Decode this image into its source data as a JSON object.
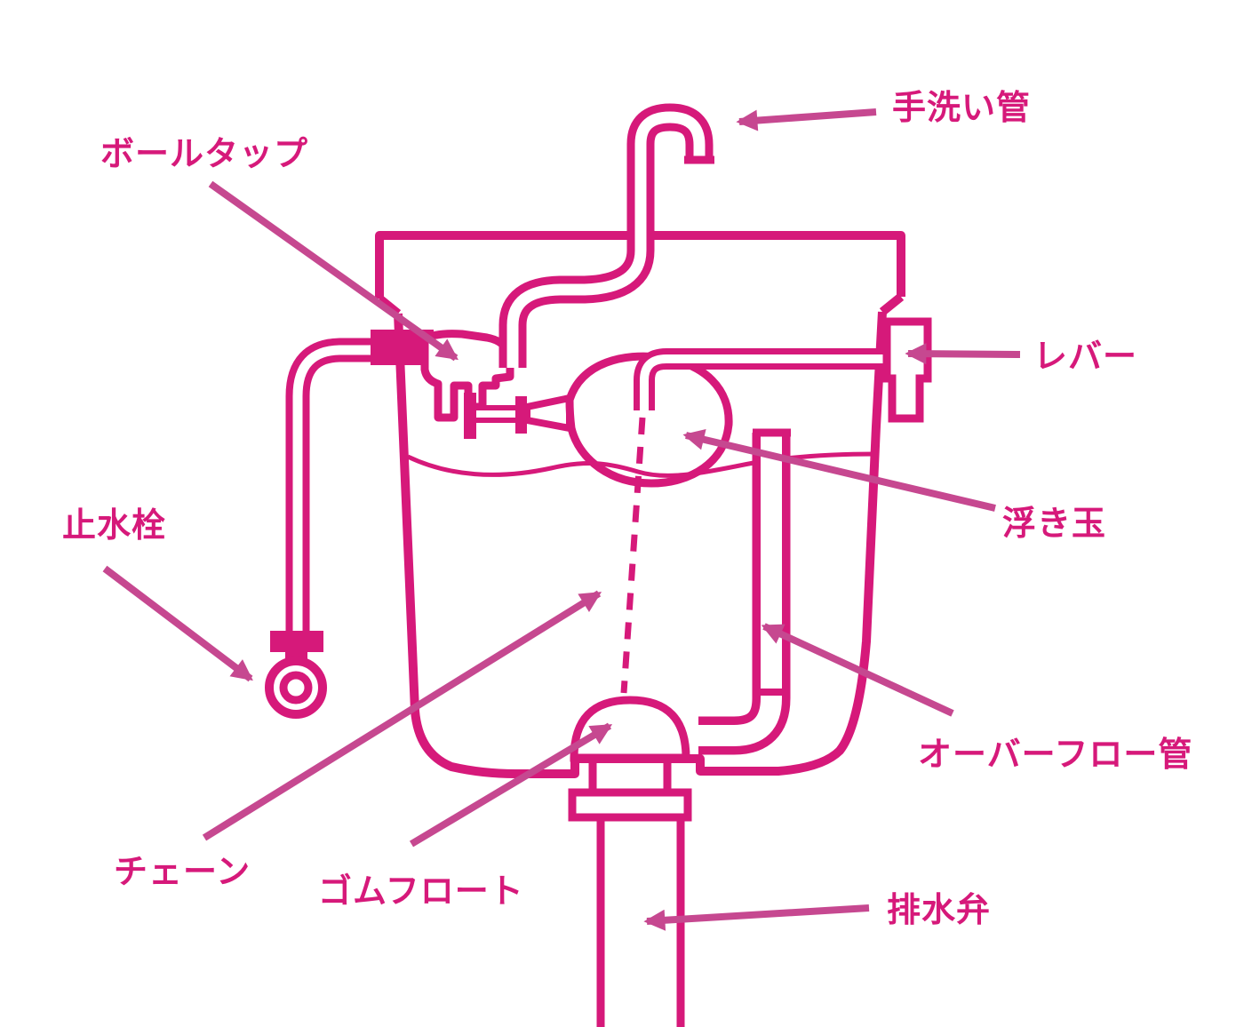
{
  "diagram": {
    "labels": {
      "handwash_pipe": "手洗い管",
      "ball_tap": "ボールタップ",
      "lever": "レバー",
      "float_ball": "浮き玉",
      "shutoff_valve": "止水栓",
      "overflow_pipe": "オーバーフロー管",
      "chain": "チェーン",
      "rubber_float": "ゴムフロート",
      "drain_valve": "排水弁"
    },
    "colors": {
      "line": "#d6197a",
      "arrow": "#c64890",
      "background": "#ffffff"
    }
  }
}
